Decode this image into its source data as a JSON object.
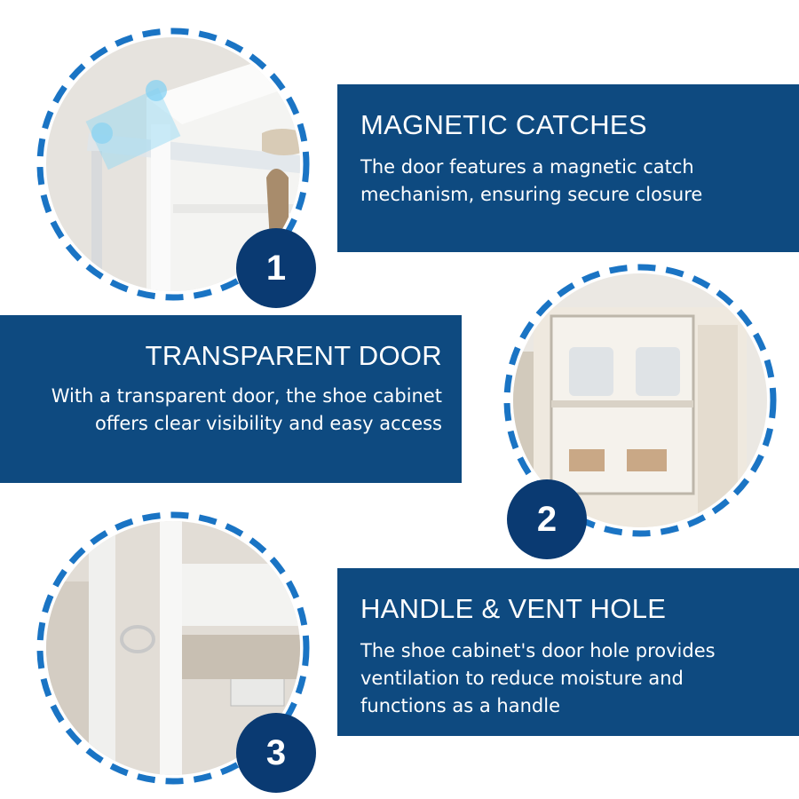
{
  "features": [
    {
      "number": "1",
      "title": "MAGNETIC CATCHES",
      "description": "The door features a magnetic catch mechanism, ensuring secure closure"
    },
    {
      "number": "2",
      "title": "TRANSPARENT DOOR",
      "description": "With a transparent door, the shoe cabinet offers clear visibility and easy access"
    },
    {
      "number": "3",
      "title": "HANDLE & VENT HOLE",
      "description": "The shoe cabinet's door hole provides ventilation to reduce moisture and functions as a handle"
    }
  ],
  "colors": {
    "panel": "#0e4a80",
    "badge": "#0a3a72",
    "dash": "#1a74c4"
  }
}
